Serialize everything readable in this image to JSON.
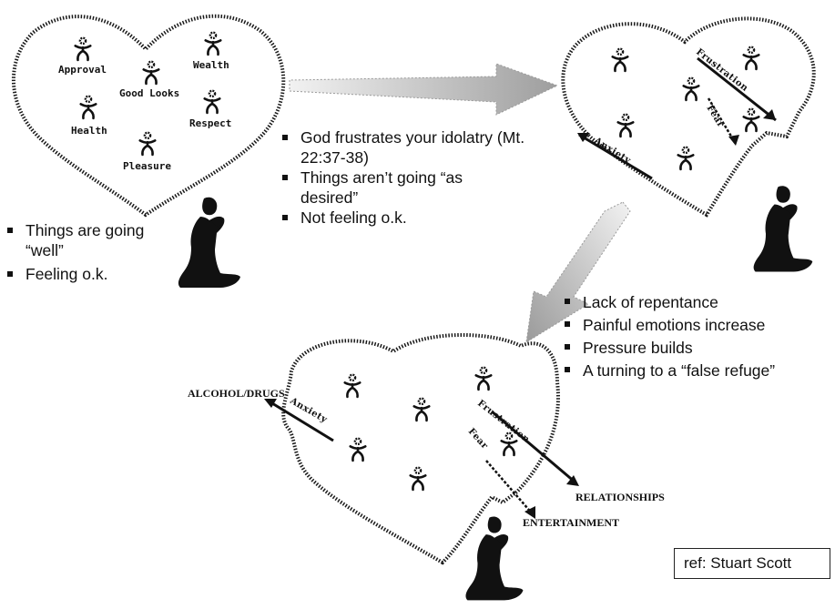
{
  "panel1": {
    "idols": [
      "Approval",
      "Good Looks",
      "Wealth",
      "Health",
      "Respect",
      "Pleasure"
    ],
    "bullets": [
      "Things are going “well”",
      "Feeling o.k."
    ]
  },
  "panel2": {
    "emotions": [
      "Frustration",
      "Fear",
      "Anxiety"
    ],
    "bullets": [
      "God frustrates your idolatry (Mt. 22:37-38)",
      "Things aren’t going “as desired”",
      "Not feeling o.k."
    ]
  },
  "panel3": {
    "emotions": [
      "Anxiety",
      "Frustration",
      "Fear"
    ],
    "refuges": [
      "ALCOHOL/DRUGS",
      "RELATIONSHIPS",
      "ENTERTAINMENT"
    ],
    "bullets": [
      "Lack of repentance",
      "Painful emotions increase",
      "Pressure builds",
      "A turning to a “false refuge”"
    ]
  },
  "reference": "ref: Stuart Scott",
  "colors": {
    "heart_outline": "#1a1a1a",
    "arrow_fill": "#bdbdbd",
    "figure": "#111111"
  }
}
